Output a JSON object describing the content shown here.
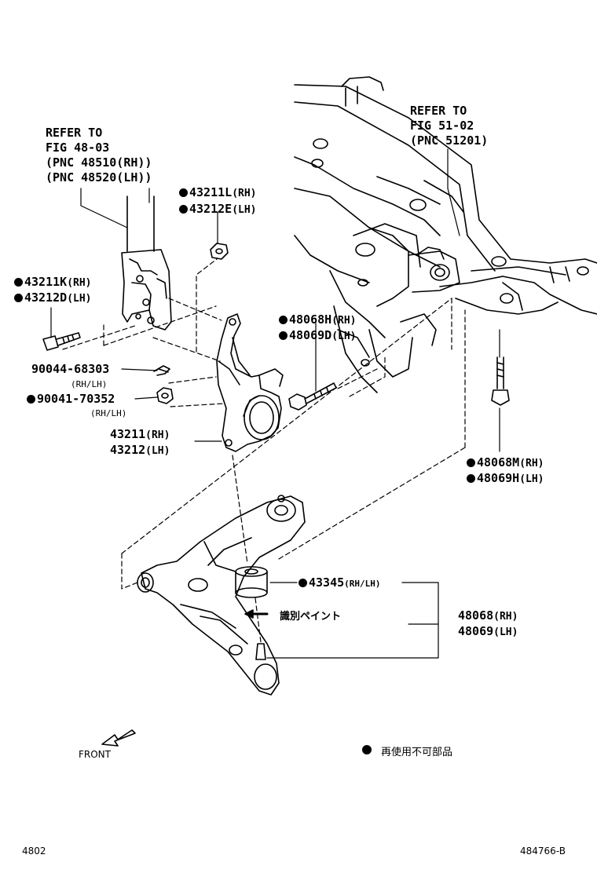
{
  "refer_left": {
    "line1": "REFER TO",
    "line2": "FIG 48-03",
    "line3": "(PNC 48510(RH))",
    "line4": "(PNC 48520(LH))"
  },
  "refer_right": {
    "line1": "REFER TO",
    "line2": "FIG 51-02",
    "line3": "(PNC 51201)"
  },
  "parts": {
    "p43211L": "43211L",
    "p43211L_suffix": "(RH)",
    "p43212E": "43212E",
    "p43212E_suffix": "(LH)",
    "p43211K": "43211K",
    "p43211K_suffix": "(RH)",
    "p43212D": "43212D",
    "p43212D_suffix": "(LH)",
    "p48068H": "48068H",
    "p48068H_suffix": "(RH)",
    "p48069D": "48069D",
    "p48069D_suffix": "(LH)",
    "p90044": "90044-68303",
    "p90044_note": "(RH/LH)",
    "p90041": "90041-70352",
    "p90041_note": "(RH/LH)",
    "p43211": "43211",
    "p43211_suffix": "(RH)",
    "p43212": "43212",
    "p43212_suffix": "(LH)",
    "p48068M": "48068M",
    "p48068M_suffix": "(RH)",
    "p48069H": "48069H",
    "p48069H_suffix": "(LH)",
    "p43345": "43345",
    "p43345_suffix": "(RH/LH)",
    "p48068": "48068",
    "p48068_suffix": "(RH)",
    "p48069": "48069",
    "p48069_suffix": "(LH)"
  },
  "paint_note": "識別ペイント",
  "legend_text": "再使用不可部品",
  "front_label": "FRONT",
  "footer_left": "4802",
  "footer_right": "484766-B"
}
